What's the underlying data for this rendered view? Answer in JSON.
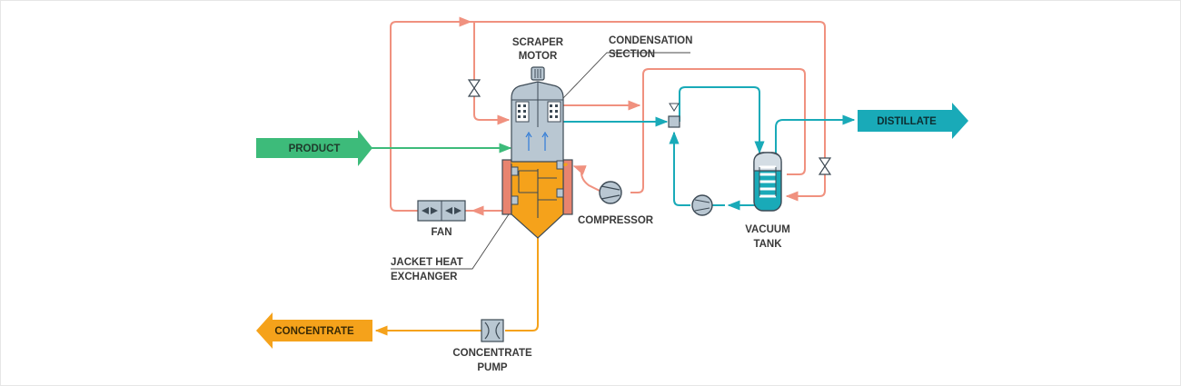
{
  "labels": {
    "product": "PRODUCT",
    "distillate": "DISTILLATE",
    "concentrate": "CONCENTRATE",
    "scraper_motor_1": "SCRAPER",
    "scraper_motor_2": "MOTOR",
    "condensation_1": "CONDENSATION",
    "condensation_2": "SECTION",
    "fan": "FAN",
    "compressor": "COMPRESSOR",
    "vacuum_tank_1": "VACUUM",
    "vacuum_tank_2": "TANK",
    "jacket_1": "JACKET HEAT",
    "jacket_2": "EXCHANGER",
    "pump_1": "CONCENTRATE",
    "pump_2": "PUMP"
  },
  "colors": {
    "product": "#3dbb7a",
    "distillate": "#19aab8",
    "concentrate": "#f5a21b",
    "refrigerant": "#f0917f",
    "vessel": "#b9c7d2",
    "jacket": "#e8846f",
    "equipment_stroke": "#3d4a55"
  }
}
